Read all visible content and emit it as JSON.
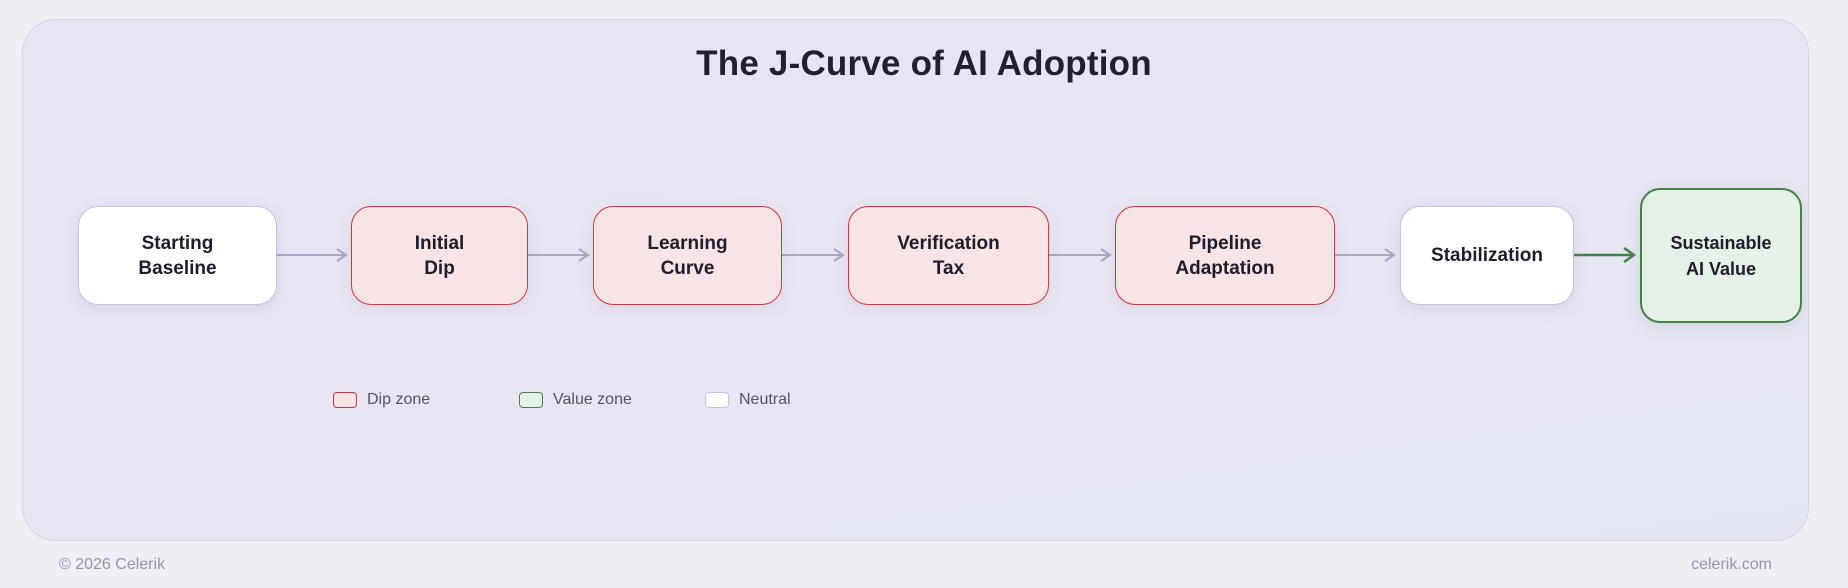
{
  "diagram": {
    "title": "The J-Curve of AI Adoption",
    "nodes": [
      {
        "id": "starting-baseline",
        "label": "Starting\nBaseline",
        "zone": "neutral"
      },
      {
        "id": "initial-dip",
        "label": "Initial\nDip",
        "zone": "dip"
      },
      {
        "id": "learning-curve",
        "label": "Learning\nCurve",
        "zone": "dip"
      },
      {
        "id": "verification-tax",
        "label": "Verification\nTax",
        "zone": "dip"
      },
      {
        "id": "pipeline-adaptation",
        "label": "Pipeline\nAdaptation",
        "zone": "dip"
      },
      {
        "id": "stabilization",
        "label": "Stabilization",
        "zone": "neutral"
      },
      {
        "id": "sustainable-ai-value",
        "label": "Sustainable\nAI Value",
        "zone": "value"
      }
    ],
    "edges": [
      {
        "from": "starting-baseline",
        "to": "initial-dip"
      },
      {
        "from": "initial-dip",
        "to": "learning-curve"
      },
      {
        "from": "learning-curve",
        "to": "verification-tax"
      },
      {
        "from": "verification-tax",
        "to": "pipeline-adaptation"
      },
      {
        "from": "pipeline-adaptation",
        "to": "stabilization"
      },
      {
        "from": "stabilization",
        "to": "sustainable-ai-value"
      }
    ],
    "legend": [
      {
        "label": "Dip zone",
        "zone": "dip"
      },
      {
        "label": "Value zone",
        "zone": "value"
      },
      {
        "label": "Neutral",
        "zone": "neutral"
      }
    ]
  },
  "colors": {
    "dip_fill": "#f9e4e5",
    "dip_border": "#c9383e",
    "value_fill": "#e5f1e6",
    "value_border": "#43824a",
    "neutral_fill": "#ffffff",
    "neutral_border": "#c7c2da",
    "arrow": "#a9a5c6",
    "final_arrow": "#43824a"
  },
  "footer": {
    "copyright": "© 2026 Celerik",
    "website": "celerik.com"
  }
}
